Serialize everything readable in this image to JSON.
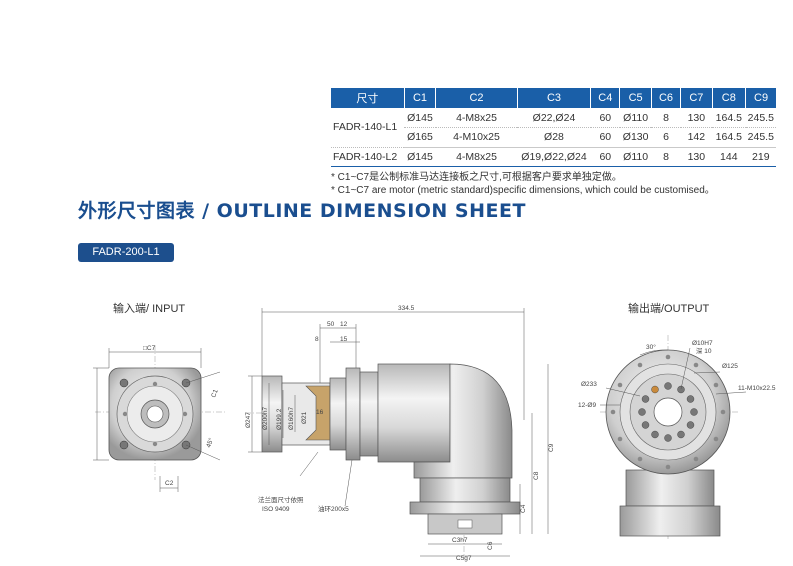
{
  "table": {
    "headers": [
      "尺寸",
      "C1",
      "C2",
      "C3",
      "C4",
      "C5",
      "C6",
      "C7",
      "C8",
      "C9"
    ],
    "rows": [
      {
        "model": "FADR-140-L1",
        "cells": [
          "Ø145",
          "4-M8x25",
          "Ø22,Ø24",
          "60",
          "Ø110",
          "8",
          "130",
          "164.5",
          "245.5"
        ]
      },
      {
        "model": "",
        "cells": [
          "Ø165",
          "4-M10x25",
          "Ø28",
          "60",
          "Ø130",
          "6",
          "142",
          "164.5",
          "245.5"
        ]
      },
      {
        "model": "FADR-140-L2",
        "cells": [
          "Ø145",
          "4-M8x25",
          "Ø19,Ø22,Ø24",
          "60",
          "Ø110",
          "8",
          "130",
          "144",
          "219"
        ]
      }
    ]
  },
  "notes": [
    "* C1~C7是公制标准马达连接板之尺寸,可根据客户要求单独定做。",
    "* C1~C7 are motor (metric standard)specific dimensions, which could be customised。"
  ],
  "section_title": "外形尺寸图表 / OUTLINE DIMENSION SHEET",
  "model_badge": "FADR-200-L1",
  "views": {
    "input_label": "输入端/ INPUT",
    "output_label": "输出端/OUTPUT"
  },
  "dimensions": {
    "input": {
      "c7": "□C7",
      "c1": "C1",
      "c2": "C2",
      "angle": "45°"
    },
    "side": {
      "overall": "334.5",
      "d50": "50",
      "d12": "12",
      "d8": "8",
      "d15": "15",
      "d247": "Ø247",
      "d200": "Ø200h7",
      "d199": "Ø199.2",
      "d160": "Ø160h7",
      "d21": "Ø21",
      "d16": "16",
      "c8": "C8",
      "c9": "C9",
      "c4": "C4",
      "c3": "C3h7",
      "c6": "C6",
      "c5": "C5g7",
      "flange_note_1": "法兰面尺寸依照",
      "flange_note_2": "ISO 9409",
      "oil_ring": "油环200x5"
    },
    "output": {
      "angle": "30°",
      "d10": "Ø10H7",
      "deep": "深 10",
      "d125": "Ø125",
      "d233": "Ø233",
      "holes": "12-Ø9",
      "bolts": "11-M10x22.5"
    }
  },
  "colors": {
    "header_bg": "#1a5fa8",
    "title": "#1a4e8f",
    "badge_bg": "#1d4f8d"
  }
}
